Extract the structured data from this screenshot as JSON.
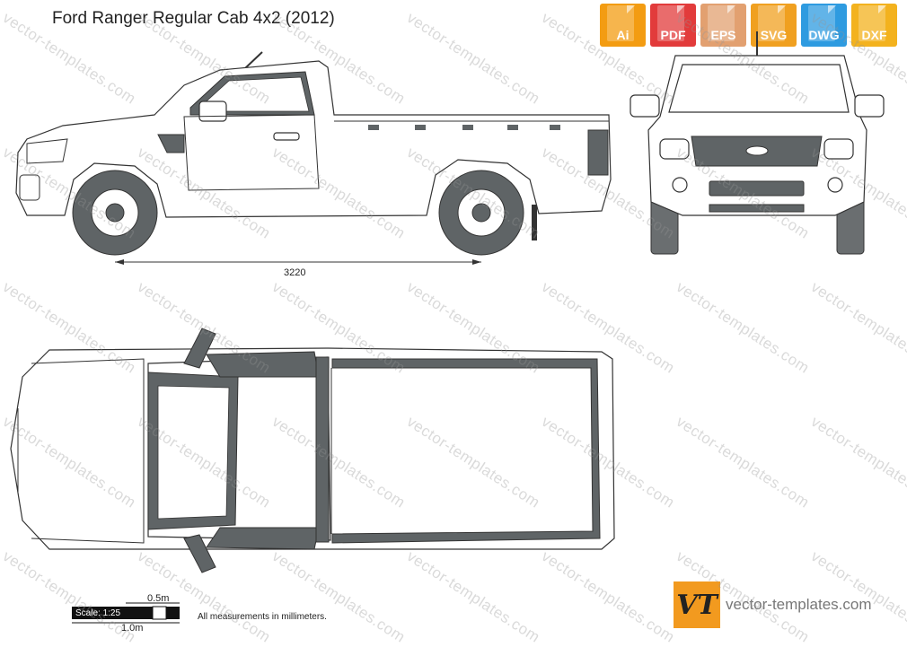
{
  "title": "Ford Ranger Regular Cab 4x2 (2012)",
  "formats": [
    {
      "label": "Ai",
      "color": "#f39c12"
    },
    {
      "label": "PDF",
      "color": "#e23b3b"
    },
    {
      "label": "EPS",
      "color": "#e2a070"
    },
    {
      "label": "SVG",
      "color": "#f0a020"
    },
    {
      "label": "DWG",
      "color": "#2e9be0"
    },
    {
      "label": "DXF",
      "color": "#f3b21e"
    }
  ],
  "dimensions": {
    "wheelbase": "3220"
  },
  "scale": {
    "label": "Scale: 1:25",
    "half_meter": "0.5m",
    "one_meter": "1.0m"
  },
  "note": "All measurements in millimeters.",
  "watermark": "vector-templates.com",
  "brand": {
    "logo": "VT",
    "url": "vector-templates.com"
  },
  "colors": {
    "glass": "#5f6466",
    "outline": "#3a3a3a",
    "accent": "#f29a1f"
  }
}
